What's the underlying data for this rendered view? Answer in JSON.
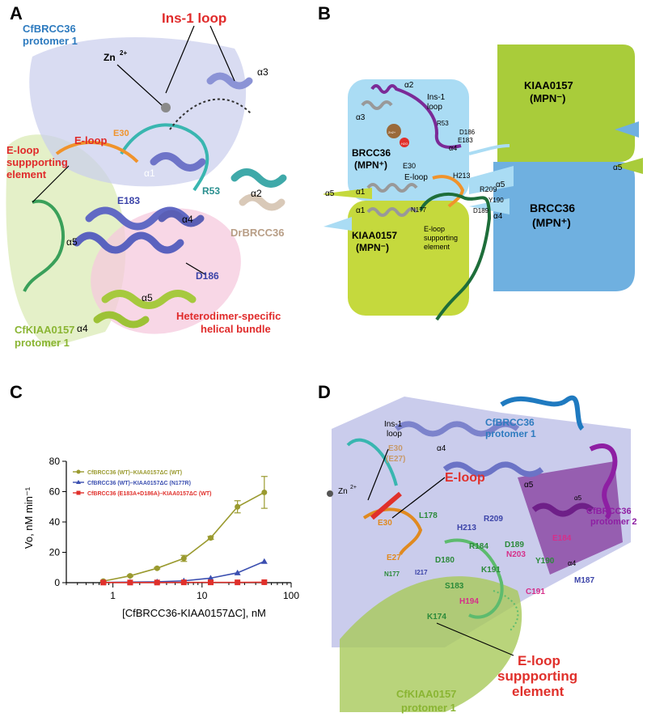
{
  "panel_letters": {
    "a": "A",
    "b": "B",
    "c": "C",
    "d": "D"
  },
  "panelA": {
    "ins_loop": "Ins-1 loop",
    "cfbrcc36_p1": "CfBRCC36",
    "protomer_1": "protomer 1",
    "zn": "Zn",
    "zn_sup": "2+",
    "a3": "α3",
    "e30": "E30",
    "eloop": "E-loop",
    "eloop_support_1": "E-loop",
    "eloop_support_2": "suppporting",
    "eloop_support_3": "element",
    "a1": "α1",
    "e183": "E183",
    "r53": "R53",
    "a2": "α2",
    "a4": "α4",
    "drbrcc36": "DrBRCC36",
    "a5_left": "α5",
    "d186": "D186",
    "a5_bottom": "α5",
    "a4_bottom": "α4",
    "cfkiaa_1": "CfKIAA0157",
    "cfkiaa_2": "protomer 1",
    "hetero_1": "Heterodimer-specific",
    "hetero_2": "helical bundle"
  },
  "panelB": {
    "a2": "α2",
    "ins1": "Ins-1",
    "loop": "loop",
    "a3": "α3",
    "r53": "R53",
    "d186": "D186",
    "e183": "E183",
    "a4_top": "α4",
    "zn": "Zn2+",
    "h2o": "H2O",
    "brcc36_left": "BRCC36",
    "mpn_plus_left": "(MPN⁺)",
    "e30": "E30",
    "eloop": "E-loop",
    "h213": "H213",
    "r209": "R209",
    "y190": "Y190",
    "a5_right_mid": "α5",
    "a5_left": "α5",
    "a1_top": "α1",
    "a1_bottom": "α1",
    "n177": "N177",
    "d189": "D189",
    "a4_mid": "α4",
    "kiaa_left": "KIAA0157",
    "mpn_minus_left": "(MPN⁻)",
    "eloop_support_1": "E-loop",
    "eloop_support_2": "supporting",
    "eloop_support_3": "element",
    "kiaa_right": "KIAA0157",
    "mpn_minus_right": "(MPN⁻)",
    "a5_far_right": "α5",
    "brcc36_right": "BRCC36",
    "mpn_plus_right": "(MPN⁺)",
    "colors": {
      "light_blue": "#aadcf4",
      "green": "#c5d93d",
      "blue": "#6fb0e0",
      "purple": "#7b2a97",
      "orange": "#f0932b",
      "dark_green": "#1e6e3a"
    }
  },
  "panelD": {
    "cfbrcc36_p1_1": "CfBRCC36",
    "cfbrcc36_p1_2": "protomer 1",
    "ins1": "Ins-1",
    "loop": "loop",
    "a4": "α4",
    "e30_e27_1": "E30",
    "e30_e27_2": "(E27)",
    "zn": "Zn",
    "zn_sup": "2+",
    "eloop": "E-loop",
    "a5": "α5",
    "a5_purple": "α5",
    "cfbrcc36_p2_1": "CfBRCC36",
    "cfbrcc36_p2_2": "protomer 2",
    "e30": "E30",
    "l178": "L178",
    "h213": "H213",
    "r209": "R209",
    "e184": "E184",
    "r184": "R184",
    "d189": "D189",
    "n203": "N203",
    "y190": "Y190",
    "a4_right": "α4",
    "e27": "E27",
    "n177": "N177",
    "d180": "D180",
    "i217": "I217",
    "k191": "K191",
    "m187": "M187",
    "s183": "S183",
    "c191": "C191",
    "h194": "H194",
    "k174": "K174",
    "eloop_support_1": "E-loop",
    "eloop_support_2": "suppporting",
    "eloop_support_3": "element",
    "cfkiaa_1": "CfKIAA0157",
    "cfkiaa_2": "protomer 1"
  },
  "chart_data": {
    "type": "line",
    "xlabel": "[CfBRCC36-KIAA0157ΔC], nM",
    "ylabel": "Vo, nM min⁻¹",
    "xscale": "log",
    "xlim": [
      0.3,
      100
    ],
    "ylim": [
      0,
      80
    ],
    "xticks": [
      1,
      10,
      100
    ],
    "yticks": [
      0,
      20,
      40,
      60,
      80
    ],
    "legend_position": "top-left",
    "grid": false,
    "series": [
      {
        "name": "CfBRCC36 (WT)–KIAA0157ΔC (WT)",
        "color": "#9a9a2f",
        "marker": "circle",
        "x": [
          0.78,
          1.56,
          3.13,
          6.25,
          12.5,
          25,
          50
        ],
        "y": [
          1.0,
          4.5,
          9.5,
          16.0,
          29.5,
          50.0,
          59.5
        ],
        "err": [
          0.3,
          0.5,
          0.5,
          2.0,
          1.0,
          4.0,
          10.5
        ]
      },
      {
        "name": "CfBRCC36 (WT)–KIAA0157ΔC (N177R)",
        "color": "#3b4fb0",
        "marker": "triangle",
        "x": [
          0.78,
          1.56,
          3.13,
          6.25,
          12.5,
          25,
          50
        ],
        "y": [
          0.2,
          0.4,
          0.6,
          1.2,
          3.0,
          6.5,
          14.0
        ],
        "err": [
          0,
          0,
          0,
          0,
          0,
          0,
          0
        ]
      },
      {
        "name": "CfBRCC36 (E183A+D186A)–KIAA0157ΔC (WT)",
        "color": "#e0302b",
        "marker": "square",
        "x": [
          0.78,
          1.56,
          3.13,
          6.25,
          12.5,
          25,
          50
        ],
        "y": [
          0.1,
          0.1,
          0.1,
          0.2,
          0.2,
          0.2,
          0.3
        ],
        "err": [
          0,
          0,
          0,
          0,
          0,
          0,
          0
        ]
      }
    ]
  }
}
